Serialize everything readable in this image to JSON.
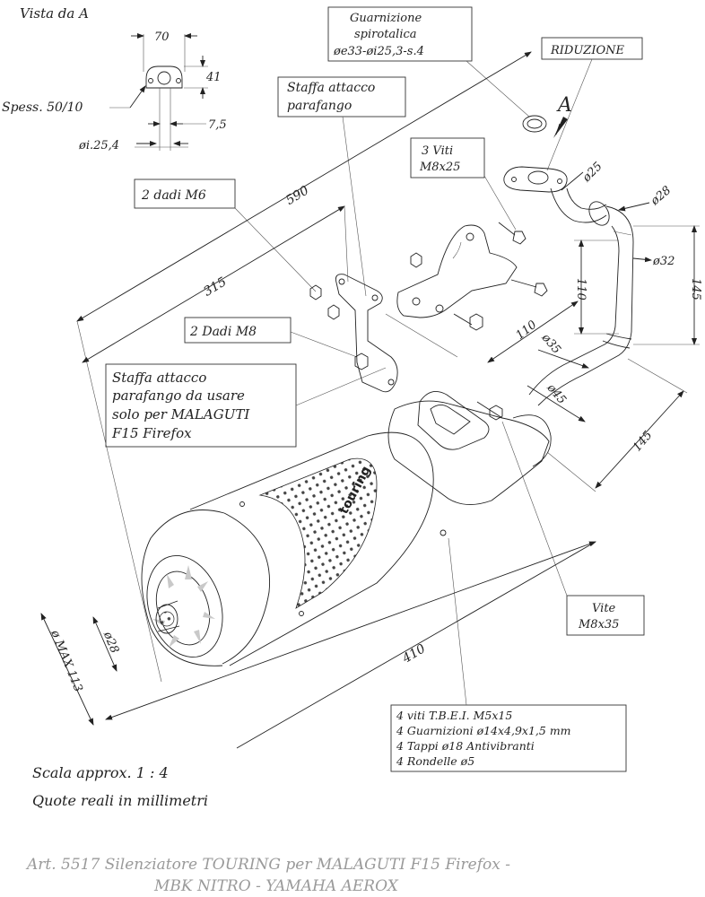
{
  "labels": {
    "view_a": "Vista da A",
    "spess": "Spess. 50/10",
    "guarnizione_l1": "Guarnizione",
    "guarnizione_l2": "spirotalica",
    "guarnizione_l3": "øe33-øi25,3-s.4",
    "riduzione": "RIDUZIONE",
    "arrow_a": "A",
    "staffa_parafango_l1": "Staffa attacco",
    "staffa_parafango_l2": "parafango",
    "viti_m8_l1": "3 Viti",
    "viti_m8_l2": "M8x25",
    "dadi_m6": "2 dadi M6",
    "dadi_m8": "2 Dadi M8",
    "staffa_malaguti_l1": "Staffa attacco",
    "staffa_malaguti_l2": "parafango da usare",
    "staffa_malaguti_l3": "solo per MALAGUTI",
    "staffa_malaguti_l4": "F15 Firefox",
    "vite_m8x35_l1": "Vite",
    "vite_m8x35_l2": "M8x35",
    "brand_mark": "touring",
    "kit_l1": "4 viti T.B.E.I. M5x15",
    "kit_l2": "4 Guarnizioni ø14x4,9x1,5 mm",
    "kit_l3": "4 Tappi ø18 Antivibranti",
    "kit_l4": "4 Rondelle ø5",
    "scala": "Scala approx. 1 : 4",
    "quote": "Quote reali in millimetri",
    "title_l1": "Art. 5517 Silenziatore TOURING per MALAGUTI F15 Firefox -",
    "title_l2": "MBK NITRO - YAMAHA AEROX"
  },
  "dimensions": {
    "d70": "70",
    "d41": "41",
    "d7_5": "7,5",
    "di25_4": "øi.25,4",
    "d25": "ø25",
    "d28_top": "ø28",
    "d32": "ø32",
    "d145_right": "145",
    "d110_a": "110",
    "d110_b": "110",
    "d35": "ø35",
    "d45": "ø45",
    "d145_lower": "145",
    "d590": "590",
    "d315": "315",
    "d410": "410",
    "dmax113": "ø MAX 113",
    "d28_outlet": "ø28"
  },
  "colors": {
    "line": "#222222",
    "footer_text": "#9a9a9a"
  }
}
